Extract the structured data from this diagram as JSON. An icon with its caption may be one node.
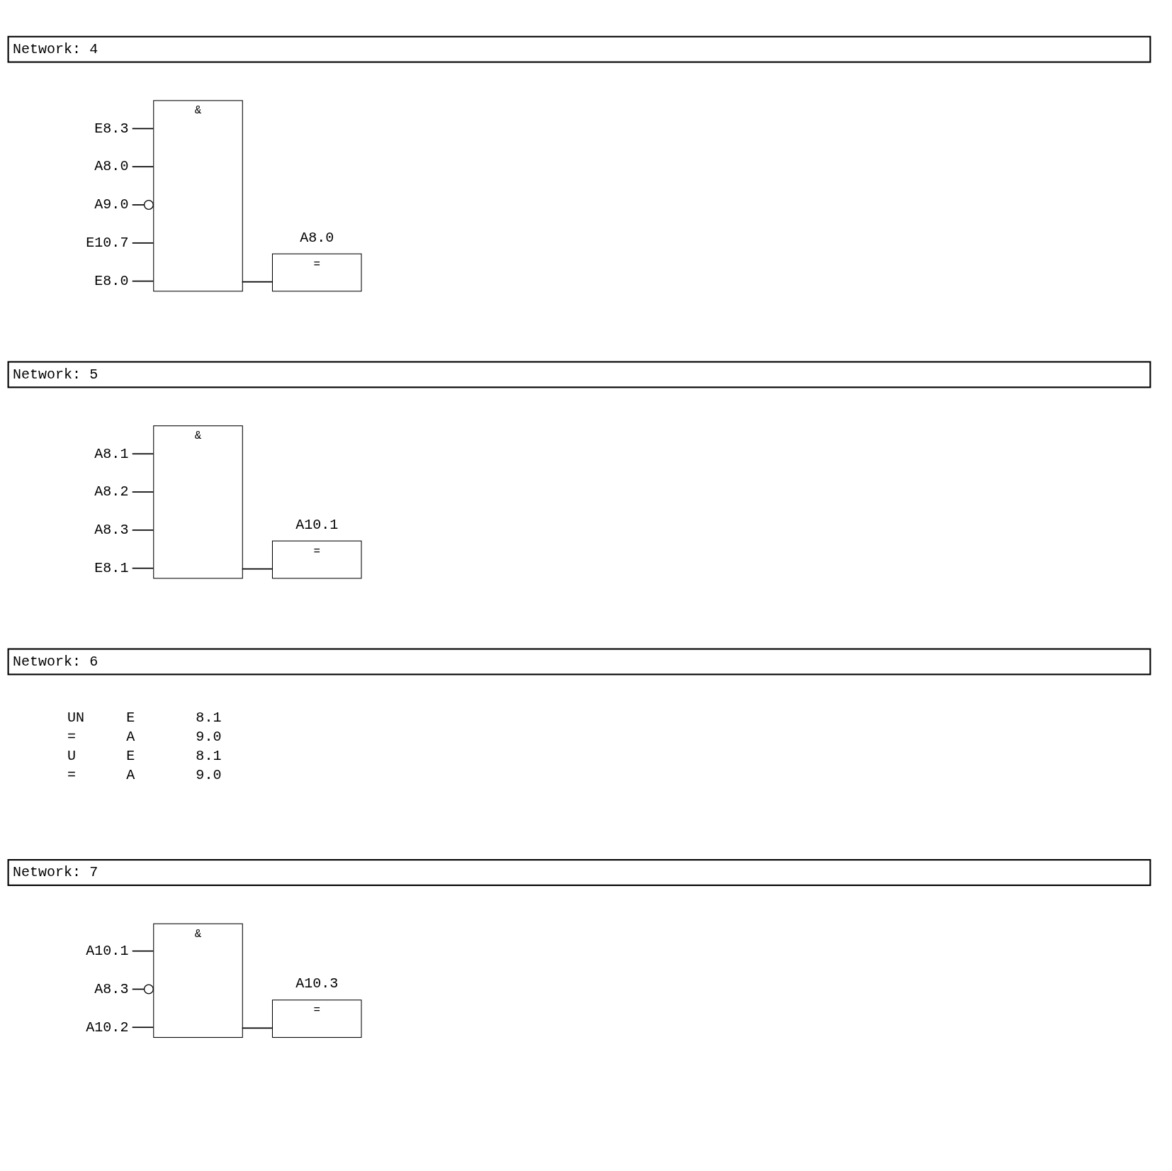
{
  "diagram": {
    "nodes": [
      {
        "text": [
          "Network: 4"
        ]
      },
      {
        "text": [
          "E8.3"
        ]
      },
      {
        "text": [
          "A8.0"
        ]
      },
      {
        "text": [
          "A9.0"
        ]
      },
      {
        "text": [
          "E10.7"
        ]
      },
      {
        "text": [
          "E8.0"
        ]
      },
      {
        "text": [
          "&"
        ]
      },
      {
        "text": [
          "A8.0",
          "="
        ]
      },
      {
        "text": [
          "Network: 5"
        ]
      },
      {
        "text": [
          "A8.1"
        ]
      },
      {
        "text": [
          "A8.2"
        ]
      },
      {
        "text": [
          "A8.3"
        ]
      },
      {
        "text": [
          "E8.1"
        ]
      },
      {
        "text": [
          "&"
        ]
      },
      {
        "text": [
          "A10.1",
          "="
        ]
      },
      {
        "text": [
          "Network: 6"
        ]
      },
      {
        "text": [
          "Network: 7"
        ]
      },
      {
        "text": [
          "A10.1"
        ]
      },
      {
        "text": [
          "A8.3"
        ]
      },
      {
        "text": [
          "A10.2"
        ]
      },
      {
        "text": [
          "&"
        ]
      },
      {
        "text": [
          "A10.3",
          "="
        ]
      }
    ],
    "edges": [
      {
        "from": 1,
        "to": 6,
        "arrow": "none"
      },
      {
        "from": 2,
        "to": 6,
        "arrow": "none"
      },
      {
        "from": 3,
        "to": 6,
        "arrow": "other"
      },
      {
        "from": 4,
        "to": 6,
        "arrow": "none"
      },
      {
        "from": 5,
        "to": 6,
        "arrow": "none"
      },
      {
        "from": 6,
        "to": 7,
        "arrow": "none"
      },
      {
        "from": 9,
        "to": 13,
        "arrow": "none"
      },
      {
        "from": 10,
        "to": 13,
        "arrow": "none"
      },
      {
        "from": 11,
        "to": 13,
        "arrow": "none"
      },
      {
        "from": 12,
        "to": 13,
        "arrow": "none"
      },
      {
        "from": 13,
        "to": 14,
        "arrow": "none"
      },
      {
        "from": 17,
        "to": 20,
        "arrow": "none"
      },
      {
        "from": 18,
        "to": 20,
        "arrow": "other"
      },
      {
        "from": 19,
        "to": 20,
        "arrow": "none"
      },
      {
        "from": 20,
        "to": 21,
        "arrow": "none"
      }
    ],
    "labels": [
      "UN",
      "E",
      "8.1",
      "=",
      "A",
      "9.0",
      "U",
      "E",
      "8.1",
      "=",
      "A",
      "9.0"
    ]
  }
}
